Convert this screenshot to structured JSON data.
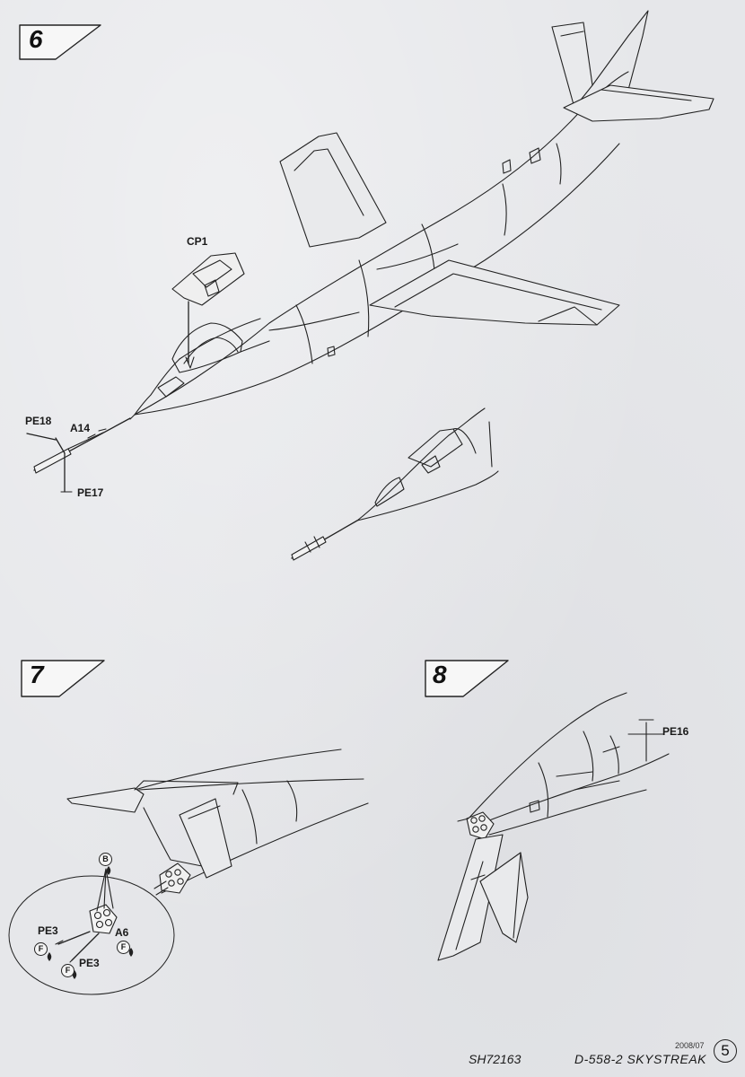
{
  "steps": {
    "s6": "6",
    "s7": "7",
    "s8": "8"
  },
  "parts": {
    "cp1": "CP1",
    "pe18": "PE18",
    "a14": "A14",
    "pe17": "PE17",
    "pe3_a": "PE3",
    "pe3_b": "PE3",
    "a6": "A6",
    "pe16": "PE16"
  },
  "paint_codes": {
    "b": "B",
    "f1": "F",
    "f2": "F",
    "f3": "F"
  },
  "footer": {
    "kit_number": "SH72163",
    "kit_name": "D-558-2 SKYSTREAK",
    "date": "2008/07",
    "page_number": "5"
  }
}
